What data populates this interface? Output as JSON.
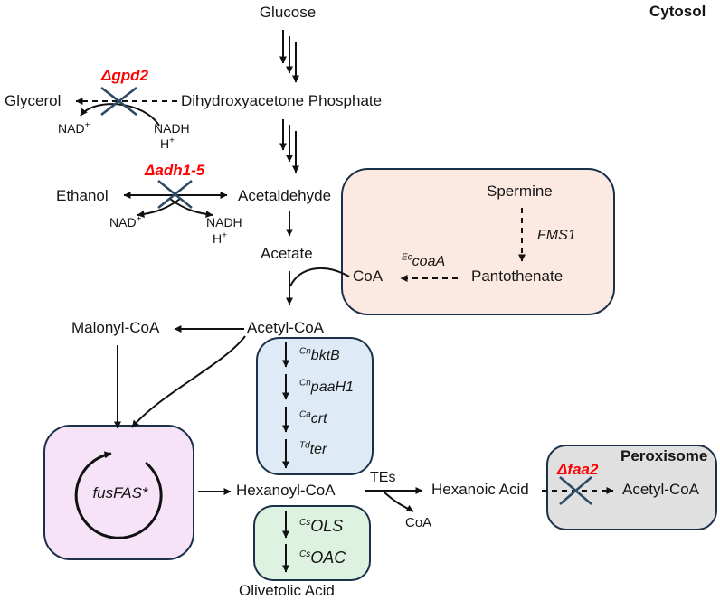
{
  "regions": {
    "cytosol": "Cytosol",
    "peroxisome": "Peroxisome"
  },
  "metabolites": {
    "glucose": "Glucose",
    "glycerol": "Glycerol",
    "dhap": "Dihydroxyacetone Phosphate",
    "ethanol": "Ethanol",
    "acetaldehyde": "Acetaldehyde",
    "acetate": "Acetate",
    "spermine": "Spermine",
    "pantothenate": "Pantothenate",
    "coa": "CoA",
    "malonyl_coa": "Malonyl-CoA",
    "acetyl_coa": "Acetyl-CoA",
    "hexanoyl_coa": "Hexanoyl-CoA",
    "hexanoic_acid": "Hexanoic Acid",
    "olivetolic_acid": "Olivetolic Acid",
    "coa_released": "CoA",
    "acetyl_coa_peroxisome": "Acetyl-CoA"
  },
  "cofactors": {
    "nad": "NAD",
    "nadh": "NADH",
    "h": "H",
    "plus": "+"
  },
  "deletions": {
    "gpd2": "Δgpd2",
    "adh": "Δadh1-5",
    "faa2": "Δfaa2"
  },
  "enzymes": {
    "fms1": "FMS1",
    "coaA": {
      "sup": "Ec",
      "name": "coaA"
    },
    "bktB": {
      "sup": "Cn",
      "name": "bktB"
    },
    "paaH1": {
      "sup": "Cn",
      "name": "paaH1"
    },
    "crt": {
      "sup": "Ca",
      "name": "crt"
    },
    "ter": {
      "sup": "Td",
      "name": "ter"
    },
    "ols": {
      "sup": "Cs",
      "name": "OLS"
    },
    "oac": {
      "sup": "Cs",
      "name": "OAC"
    },
    "fusfas": "fusFAS*",
    "tes": "TEs"
  },
  "colors": {
    "deletion_red": "#ff0000",
    "cross_blue": "#2e4a66",
    "box_border": "#1b3049",
    "box_peach": "#fbe9e2",
    "box_blue": "#deebf6",
    "box_pink": "#f7e3f8",
    "box_green": "#ddf2e1",
    "box_gray": "#e0e0e0",
    "arrow_black": "#111111"
  }
}
